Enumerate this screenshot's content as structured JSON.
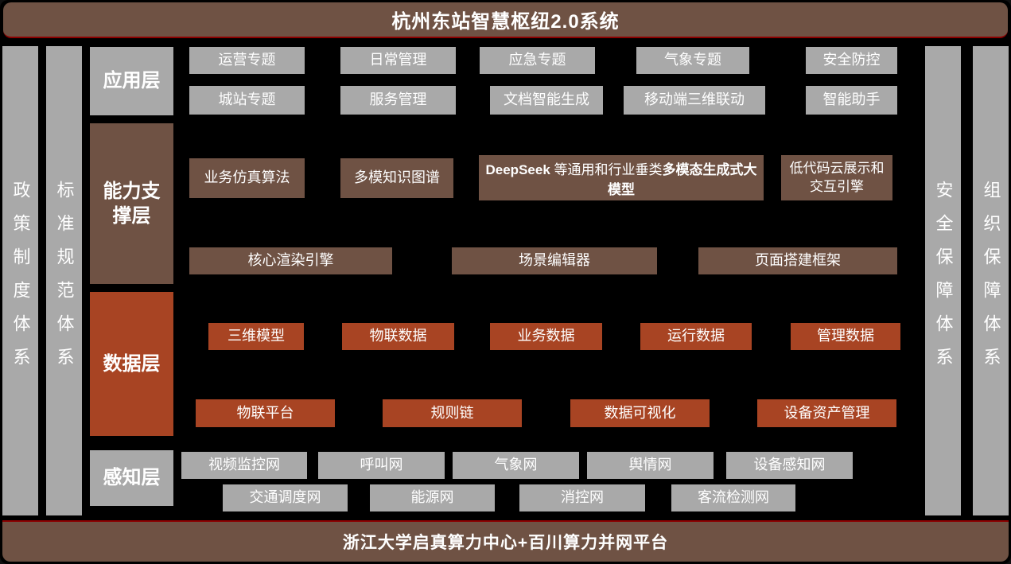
{
  "title": "杭州东站智慧枢纽2.0系统",
  "footer": "浙江大学启真算力中心+百川算力并网平台",
  "side_bars": {
    "left": [
      "政策制度体系",
      "标准规范体系"
    ],
    "right": [
      "安全保障体系",
      "组织保障体系"
    ]
  },
  "layers": {
    "app": {
      "label": "应用层",
      "row1": [
        "运营专题",
        "日常管理",
        "应急专题",
        "气象专题",
        "安全防控"
      ],
      "row2": [
        "城站专题",
        "服务管理",
        "文档智能生成",
        "移动端三维联动",
        "智能助手"
      ]
    },
    "capability": {
      "label": "能力支撑层",
      "row1": [
        "业务仿真算法",
        "多模知识图谱"
      ],
      "deepseek": {
        "part1": "DeepSeek ",
        "part2": "等通用和行业垂类",
        "part3": "多模态生成式大模型"
      },
      "lowcode": "低代码云展示和交互引擎",
      "row2": [
        "核心渲染引擎",
        "场景编辑器",
        "页面搭建框架"
      ]
    },
    "data": {
      "label": "数据层",
      "row1": [
        "三维模型",
        "物联数据",
        "业务数据",
        "运行数据",
        "管理数据"
      ],
      "row2": [
        "物联平台",
        "规则链",
        "数据可视化",
        "设备资产管理"
      ]
    },
    "perception": {
      "label": "感知层",
      "row1": [
        "视频监控网",
        "呼叫网",
        "气象网",
        "舆情网",
        "设备感知网"
      ],
      "row2": [
        "交通调度网",
        "能源网",
        "消控网",
        "客流检测网"
      ]
    }
  },
  "colors": {
    "background": "#000000",
    "brown": "#6F5244",
    "orange": "#A84423",
    "gray": "#A9A9A9",
    "divider_red": "#8B0000",
    "text": "#FFFFFF"
  }
}
